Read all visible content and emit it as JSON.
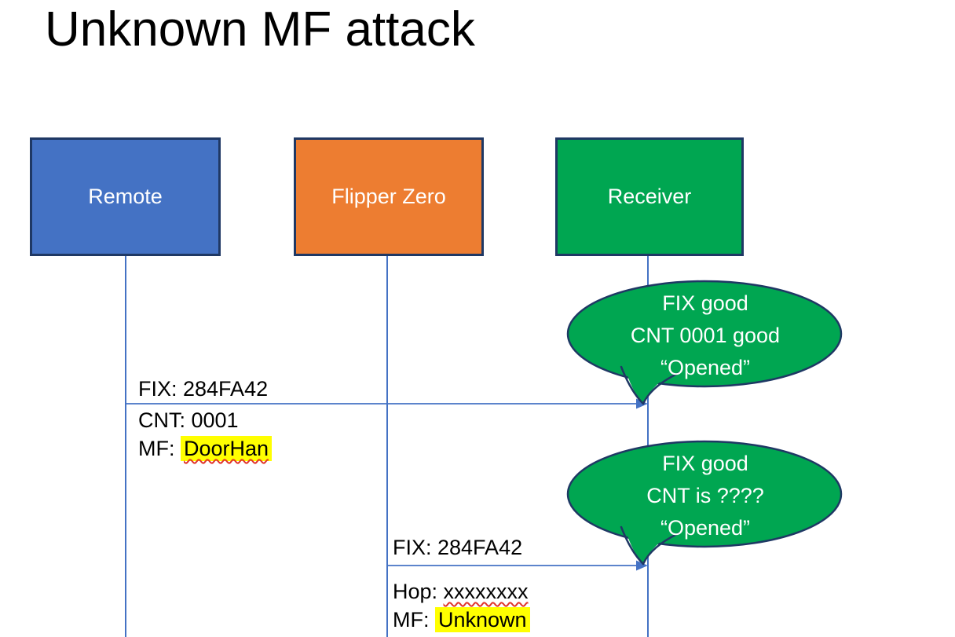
{
  "title": "Unknown MF attack",
  "actors": [
    {
      "name": "Remote",
      "fill": "#4472C4"
    },
    {
      "name": "Flipper Zero",
      "fill": "#ED7D31"
    },
    {
      "name": "Receiver",
      "fill": "#00A651"
    }
  ],
  "messages": [
    {
      "from": "Remote",
      "to": "Receiver",
      "line1": "FIX: 284FA42",
      "line2_prefix": "CNT: ",
      "line2_value": "0001",
      "line3_prefix": "MF: ",
      "line3_value": "DoorHan"
    },
    {
      "from": "Flipper Zero",
      "to": "Receiver",
      "line1": "FIX: 284FA42",
      "line2_prefix": "Hop: ",
      "line2_value": "xxxxxxxx",
      "line3_prefix": "MF: ",
      "line3_value": "Unknown"
    }
  ],
  "bubbles": [
    {
      "line1": "FIX good",
      "line2": "CNT 0001 good",
      "line3": "“Opened”"
    },
    {
      "line1": "FIX good",
      "line2": "CNT is ????",
      "line3": "“Opened”"
    }
  ],
  "colors": {
    "actor_border": "#1F3864",
    "lifeline": "#4472C4",
    "arrow": "#4472C4",
    "bubble_fill": "#00A651",
    "bubble_border": "#1F3864",
    "highlight": "#FFFF00",
    "squiggle": "#E0342B",
    "message_text": "#000000",
    "bubble_text": "#FFFFFF",
    "title_text": "#000000"
  }
}
